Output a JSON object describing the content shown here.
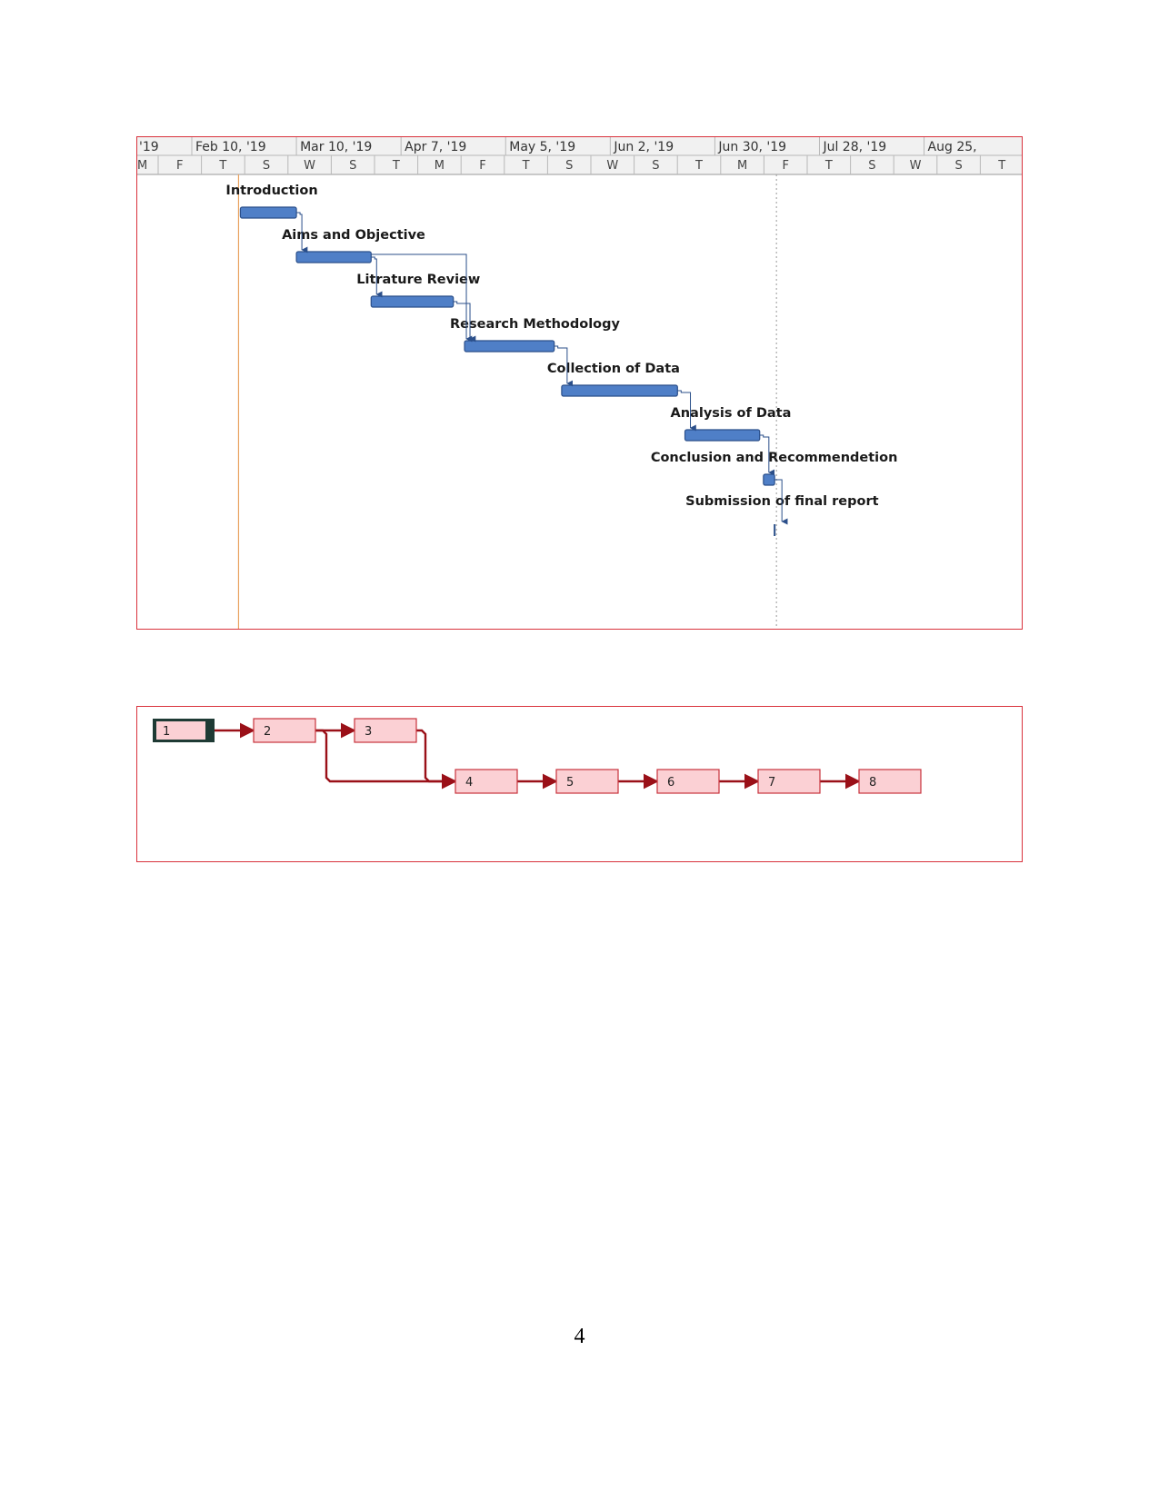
{
  "gantt": {
    "timescale_top": [
      "'19",
      "Feb 10, '19",
      "Mar 10, '19",
      "Apr 7, '19",
      "May 5, '19",
      "Jun 2, '19",
      "Jun 30, '19",
      "Jul 28, '19",
      "Aug 25,"
    ],
    "timescale_days": [
      "M",
      "F",
      "T",
      "S",
      "W",
      "S",
      "T",
      "M",
      "F",
      "T",
      "S",
      "W",
      "S",
      "T",
      "M",
      "F",
      "T",
      "S",
      "W",
      "S",
      "T"
    ],
    "tasks": [
      {
        "name": "Introduction",
        "start": "2019-02-23",
        "end": "2019-03-10"
      },
      {
        "name": "Aims and Objective",
        "start": "2019-03-10",
        "end": "2019-03-30"
      },
      {
        "name": "Litrature Review",
        "start": "2019-03-30",
        "end": "2019-04-21"
      },
      {
        "name": "Research Methodology",
        "start": "2019-04-24",
        "end": "2019-05-18"
      },
      {
        "name": "Collection of Data",
        "start": "2019-05-20",
        "end": "2019-06-20"
      },
      {
        "name": "Analysis of Data",
        "start": "2019-06-22",
        "end": "2019-07-12"
      },
      {
        "name": "Conclusion and Recommendetion",
        "start": "2019-07-13",
        "end": "2019-07-16"
      },
      {
        "name": "Submission of final report",
        "start": "2019-07-16",
        "end": "2019-07-16"
      }
    ],
    "colors": {
      "bar": "#4f7fc7",
      "bar_dark": "#2b4f8a",
      "today_line": "#e9a25f",
      "frame": "#d9323c"
    }
  },
  "network": {
    "nodes": [
      {
        "id": "1",
        "selected": true
      },
      {
        "id": "2"
      },
      {
        "id": "3"
      },
      {
        "id": "4"
      },
      {
        "id": "5"
      },
      {
        "id": "6"
      },
      {
        "id": "7"
      },
      {
        "id": "8"
      }
    ],
    "links": [
      [
        "1",
        "2"
      ],
      [
        "2",
        "3"
      ],
      [
        "2",
        "4"
      ],
      [
        "3",
        "4"
      ],
      [
        "4",
        "5"
      ],
      [
        "5",
        "6"
      ],
      [
        "6",
        "7"
      ],
      [
        "7",
        "8"
      ]
    ],
    "colors": {
      "node_fill": "#fbd0d4",
      "node_stroke": "#c8323c",
      "link": "#9a1018",
      "selected": "#1e3a34"
    }
  },
  "page_number": "4"
}
